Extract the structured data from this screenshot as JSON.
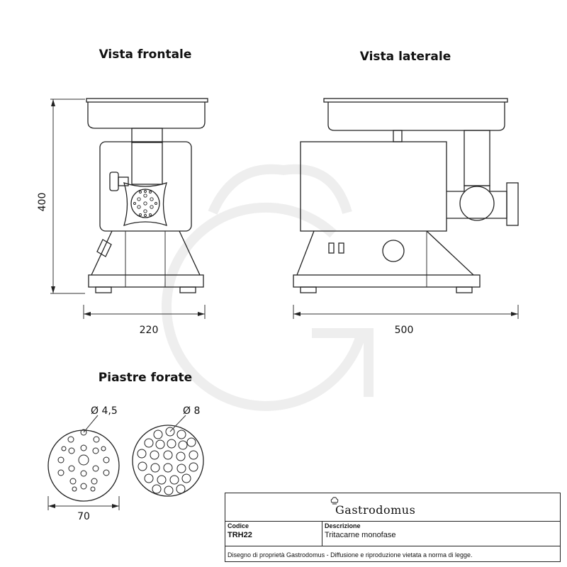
{
  "views": {
    "front_title": "Vista frontale",
    "side_title": "Vista laterale",
    "plates_title": "Piastre forate"
  },
  "dimensions": {
    "height": "400",
    "front_width": "220",
    "side_width": "500",
    "plate_diameter": "70",
    "hole_small": "Ø 4,5",
    "hole_large": "Ø 8"
  },
  "title_block": {
    "brand": "Gastrodomus",
    "code_label": "Codice",
    "code_value": "TRH22",
    "desc_label": "Descrizione",
    "desc_value": "Tritacarne monofase",
    "footer": "Disegno di proprietà Gastrodomus - Diffusione e riproduzione vietata a norma di legge."
  },
  "colors": {
    "line": "#222222",
    "watermark": "#eeeeee"
  },
  "icons": {
    "brand_logo": "chef-hat-icon"
  }
}
